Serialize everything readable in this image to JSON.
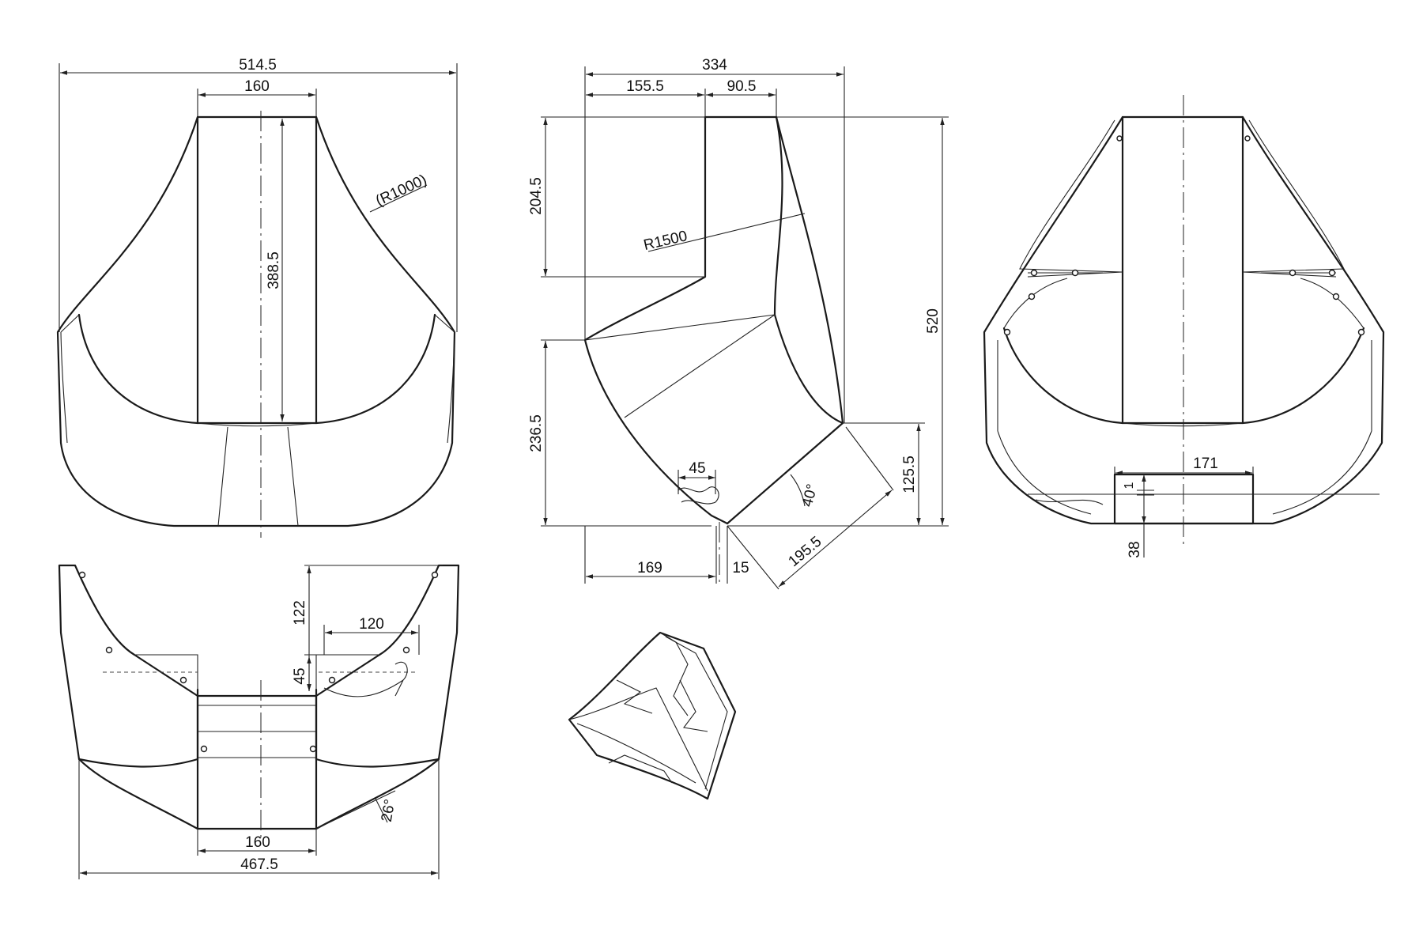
{
  "drawing": {
    "front_view": {
      "width_total": "514.5",
      "top_width": "160",
      "height": "388.5",
      "radius": "(R1000)"
    },
    "side_view": {
      "width_total": "334",
      "seg_left": "155.5",
      "seg_right": "90.5",
      "upper_height": "204.5",
      "lower_height": "236.5",
      "total_height": "520",
      "radius": "R1500",
      "detail_width": "45",
      "angle": "40°",
      "foot_height": "125.5",
      "foot_length": "195.5",
      "base_left": "169",
      "base_gap": "15"
    },
    "back_view": {
      "slot_width": "171",
      "slot_depth": "1",
      "base_height": "38"
    },
    "bottom_view": {
      "height": "122",
      "tab_width": "120",
      "tab_height": "45",
      "angle": "26°",
      "bottom_width": "160",
      "width_total": "467.5"
    }
  }
}
